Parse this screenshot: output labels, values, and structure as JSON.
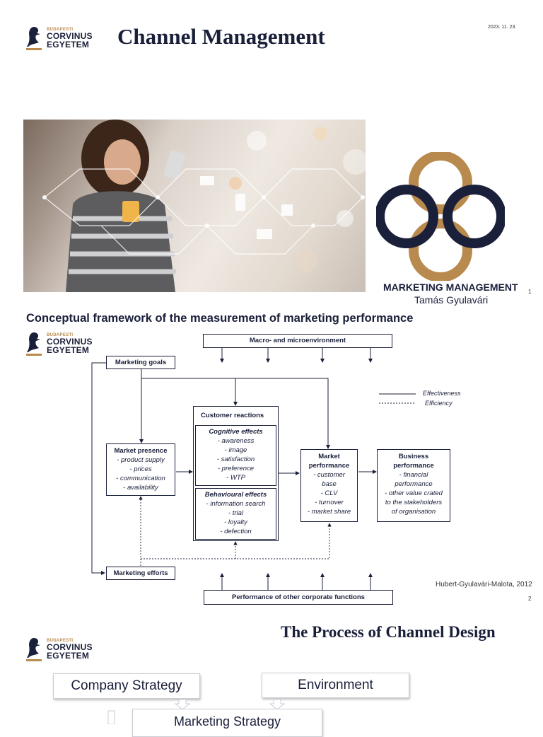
{
  "slide1": {
    "logo": {
      "small": "BUDAPESTI",
      "line1": "CORVINUS",
      "line2": "EGYETEM"
    },
    "title": "Channel Management",
    "date": "2023. 11. 23.",
    "course": "MARKETING MANAGEMENT",
    "author": "Tamás Gyulavári",
    "page": "1"
  },
  "slide2": {
    "heading": "Conceptual framework of the measurement of marketing performance",
    "logo": {
      "small": "BUDAPESTI",
      "line1": "CORVINUS",
      "line2": "EGYETEM"
    },
    "macro": "Macro- and microenvironment",
    "goals": "Marketing goals",
    "efforts": "Marketing efforts",
    "other": "Performance of other corporate functions",
    "presence_title": "Market presence",
    "presence_items": [
      "- product supply",
      "- prices",
      "- communication",
      "- availability"
    ],
    "customer_title": "Customer reactions",
    "cognitive_title": "Cognitive effects",
    "cognitive_items": [
      "- awareness",
      "- image",
      "- satisfaction",
      "- preference",
      "- WTP"
    ],
    "behavioural_title": "Behavioural effects",
    "behavioural_items": [
      "- information search",
      "- trial",
      "- loyalty",
      "- defection"
    ],
    "mperf_title1": "Market",
    "mperf_title2": "performance",
    "mperf_items": [
      "- customer",
      "base",
      "- CLV",
      "- turnover",
      "- market share"
    ],
    "bperf_title1": "Business",
    "bperf_title2": "performance",
    "bperf_items": [
      "- financial",
      "performance",
      "- other value crated",
      "to the stakeholders",
      "of organisation"
    ],
    "legend_effect": "Effectiveness",
    "legend_eff": "Efficiency",
    "source": "Hubert-Gyulavári-Malota, 2012",
    "page": "2"
  },
  "slide3": {
    "title": "The Process of Channel Design",
    "logo": {
      "small": "BUDAPESTI",
      "line1": "CORVINUS",
      "line2": "EGYETEM"
    },
    "box1": "Company Strategy",
    "box2": "Environment",
    "box3": "Marketing Strategy"
  },
  "colors": {
    "navy": "#1a1f3a",
    "gold": "#b98a4d"
  }
}
